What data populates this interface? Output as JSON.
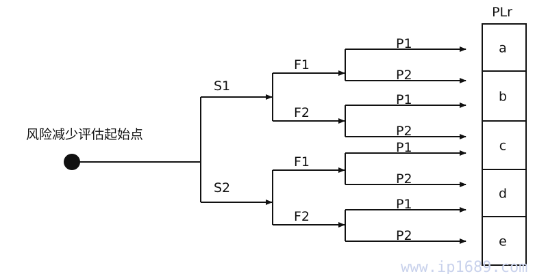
{
  "start_label": "风险减少评估起始点",
  "s_labels": [
    "S1",
    "S2"
  ],
  "f_labels": [
    "F1",
    "F2",
    "F1",
    "F2"
  ],
  "p_labels": [
    "P1",
    "P2",
    "P1",
    "P2",
    "P1",
    "P2",
    "P1",
    "P2"
  ],
  "plr_header": "PLr",
  "plr_cells": [
    "a",
    "b",
    "c",
    "d",
    "e"
  ],
  "watermark": "www.ip1689.com"
}
